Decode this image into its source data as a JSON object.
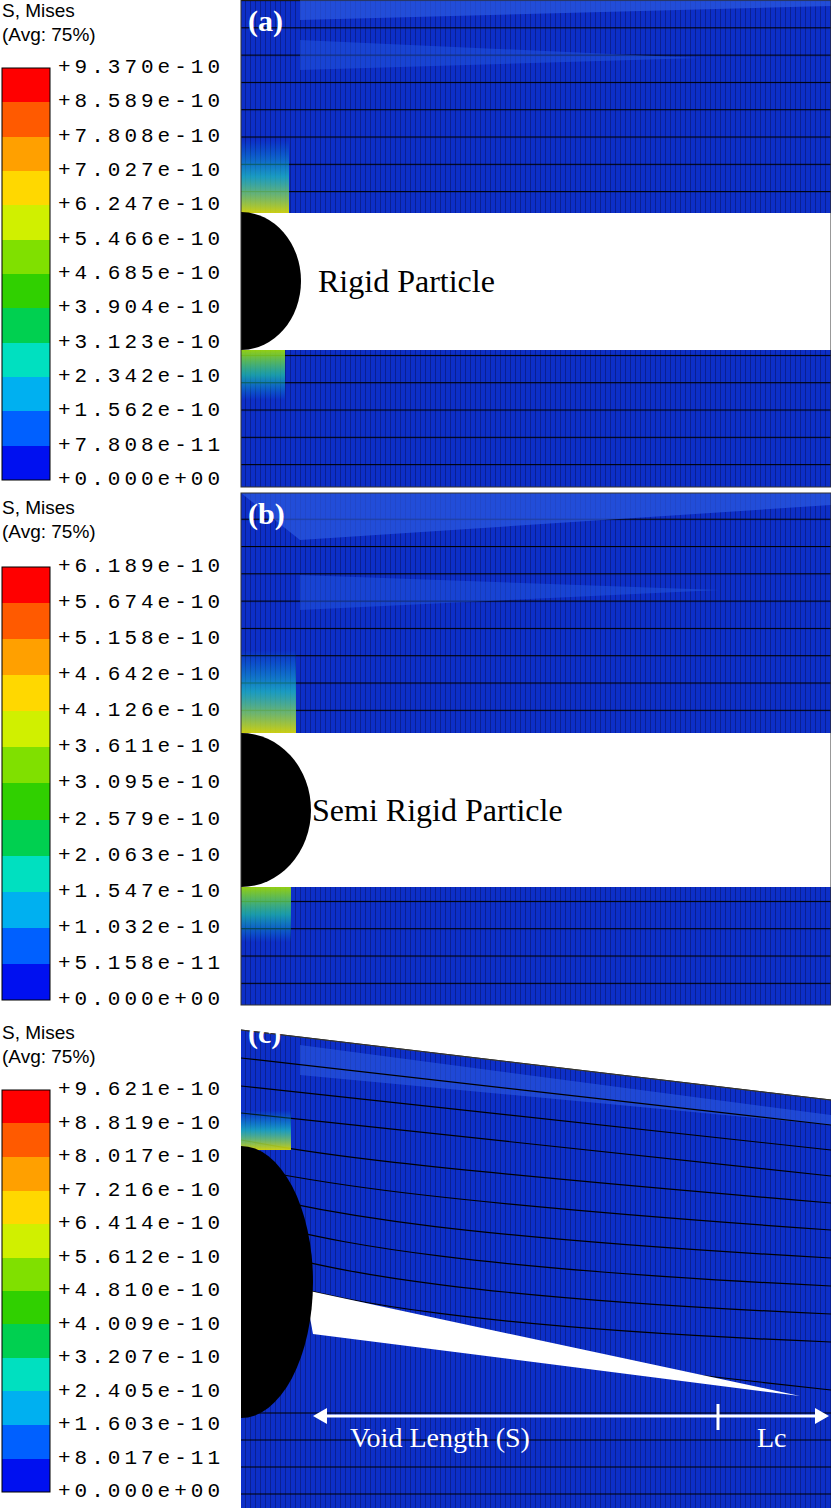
{
  "diagram": {
    "labels": [
      "S, Mises",
      "(Avg: 75%)",
      "+9.370e-10",
      "+8.589e-10",
      "+7.808e-10",
      "+7.027e-10",
      "+6.247e-10",
      "+5.466e-10",
      "+4.685e-10",
      "+3.904e-10",
      "+3.123e-10",
      "+2.342e-10",
      "+1.562e-10",
      "+7.808e-11",
      "+0.000e+00",
      "(a)",
      "Rigid Particle",
      "S, Mises",
      "(Avg: 75%)",
      "+6.189e-10",
      "+5.674e-10",
      "+5.158e-10",
      "+4.642e-10",
      "+4.126e-10",
      "+3.611e-10",
      "+3.095e-10",
      "+2.579e-10",
      "+2.063e-10",
      "+1.547e-10",
      "+1.032e-10",
      "+5.158e-11",
      "+0.000e+00",
      "(b)",
      "Semi Rigid Particle",
      "S, Mises",
      "(Avg: 75%)",
      "+9.621e-10",
      "+8.819e-10",
      "+8.017e-10",
      "+7.216e-10",
      "+6.414e-10",
      "+5.612e-10",
      "+4.810e-10",
      "+4.009e-10",
      "+3.207e-10",
      "+2.405e-10",
      "+1.603e-10",
      "+8.017e-11",
      "+0.000e+00",
      "(c)",
      "Void Length (S)",
      "Lc"
    ]
  }
}
